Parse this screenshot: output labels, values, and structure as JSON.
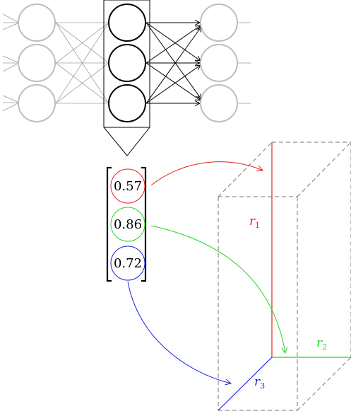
{
  "vector": {
    "values": [
      "0.57",
      "0.86",
      "0.72"
    ],
    "colors": [
      "#e8201a",
      "#22d81c",
      "#1a22e0"
    ]
  },
  "axes": {
    "r1": {
      "base": "r",
      "sub": "1",
      "color": "#e8201a"
    },
    "r2": {
      "base": "r",
      "sub": "2",
      "color": "#22d81c"
    },
    "r3": {
      "base": "r",
      "sub": "3",
      "color": "#1a22e0"
    }
  },
  "network": {
    "layers": 3,
    "neurons_per_layer": 3,
    "highlighted_layer": 1
  }
}
